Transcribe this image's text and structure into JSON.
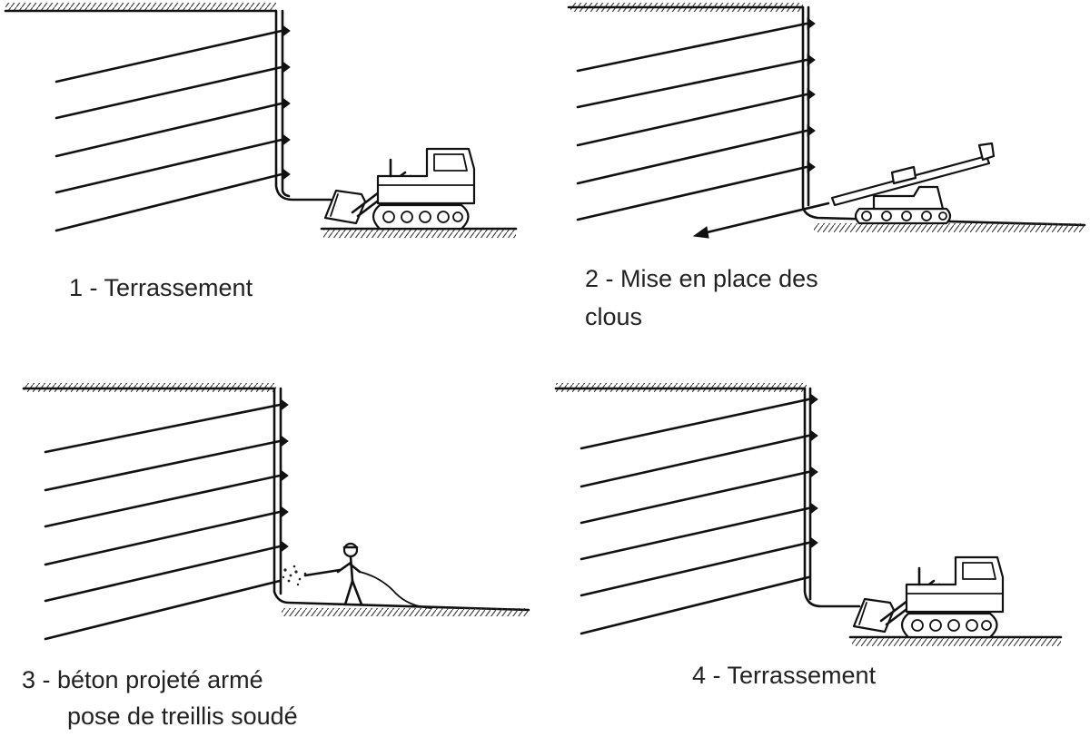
{
  "panels": [
    {
      "id": "p1",
      "caption_lines": [
        "1 - Terrassement"
      ],
      "equipment": "bulldozer-icon"
    },
    {
      "id": "p2",
      "caption_lines": [
        "2 - Mise en place des",
        "clous"
      ],
      "equipment": "drilling-rig-icon"
    },
    {
      "id": "p3",
      "caption_lines": [
        "3 - béton projeté armé",
        "pose de treillis soudé"
      ],
      "equipment": "shotcrete-worker-icon"
    },
    {
      "id": "p4",
      "caption_lines": [
        "4 - Terrassement"
      ],
      "equipment": "bulldozer-icon"
    }
  ]
}
